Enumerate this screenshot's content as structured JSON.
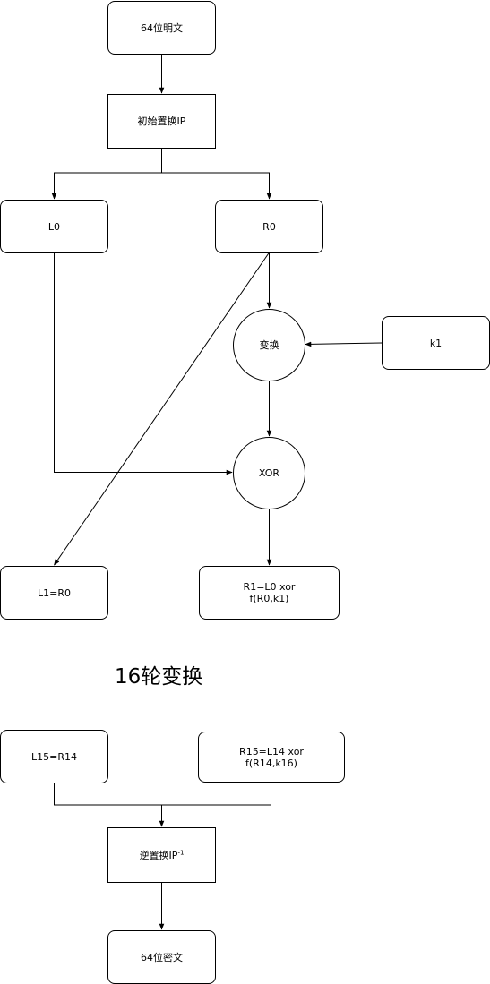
{
  "nodes": {
    "plaintext": "64位明文",
    "initial_perm": "初始置换IP",
    "l0": "L0",
    "r0": "R0",
    "transform": "变换",
    "k1": "k1",
    "xor": "XOR",
    "l1": "L1=R0",
    "r1_line1": "R1=L0 xor",
    "r1_line2": "f(R0,k1)",
    "l15": "L15=R14",
    "r15_line1": "R15=L14 xor",
    "r15_line2": "f(R14,k16)",
    "inverse_perm": "逆置换IP",
    "inverse_perm_sup": "-1",
    "ciphertext": "64位密文"
  },
  "rounds_label": "16轮变换"
}
